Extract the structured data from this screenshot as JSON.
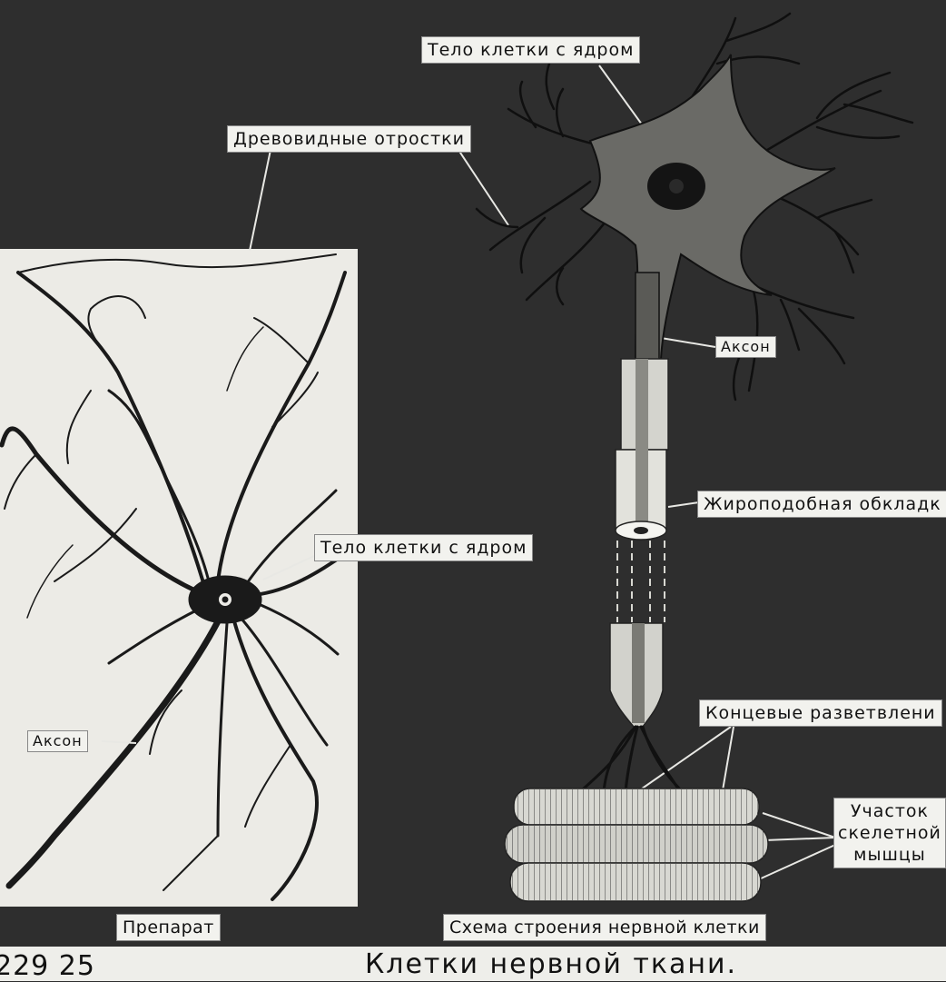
{
  "labels": {
    "dendrites": "Древовидные отростки",
    "cell_body_top": "Тело клетки с ядром",
    "cell_body_left": "Тело клетки с ядром",
    "axon_right": "Аксон",
    "axon_left": "Аксон",
    "myelin": "Жироподобная обкладк",
    "endings": "Концевые разветвлени",
    "muscle": [
      "Участок",
      "скелетной",
      "мышцы"
    ]
  },
  "captions": {
    "preparation": "Препарат",
    "scheme": "Схема строения нервной клетки"
  },
  "footer": {
    "plate_number": "229 25",
    "title": "Клетки нервной ткани."
  }
}
